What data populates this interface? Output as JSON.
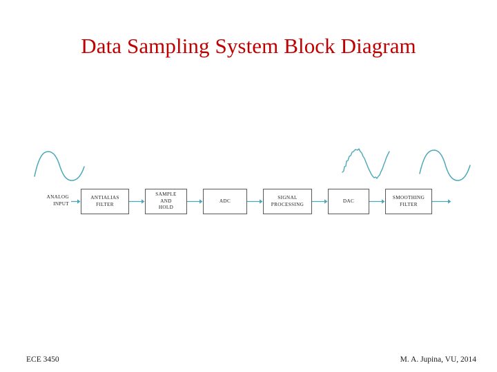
{
  "slide": {
    "title": "Data Sampling System Block Diagram",
    "background_color": "#FFFFFF",
    "title_color": "#C00000",
    "accent_color": "#4BA8B8",
    "box_border_color": "#57585A",
    "text_color": "#1A1A1A"
  },
  "diagram": {
    "type": "block-diagram",
    "signal_flow": "left-to-right",
    "input_label": "ANALOG\nINPUT",
    "blocks": [
      {
        "id": "antialias-filter",
        "label": "ANTIALIAS\nFILTER"
      },
      {
        "id": "sample-and-hold",
        "label": "SAMPLE\nAND\nHOLD"
      },
      {
        "id": "adc",
        "label": "ADC"
      },
      {
        "id": "signal-processing",
        "label": "SIGNAL\nPROCESSING"
      },
      {
        "id": "dac",
        "label": "DAC"
      },
      {
        "id": "smoothing-filter",
        "label": "SMOOTHING\nFILTER"
      }
    ],
    "waveforms": [
      {
        "id": "analog-input-waveform",
        "style": "smooth-sine"
      },
      {
        "id": "dac-output-waveform",
        "style": "stepped-sine"
      },
      {
        "id": "smoothed-output-waveform",
        "style": "smooth-sine"
      }
    ],
    "connector_count": 7
  },
  "footer": {
    "left": "ECE 3450",
    "right": "M. A. Jupina, VU, 2014"
  }
}
